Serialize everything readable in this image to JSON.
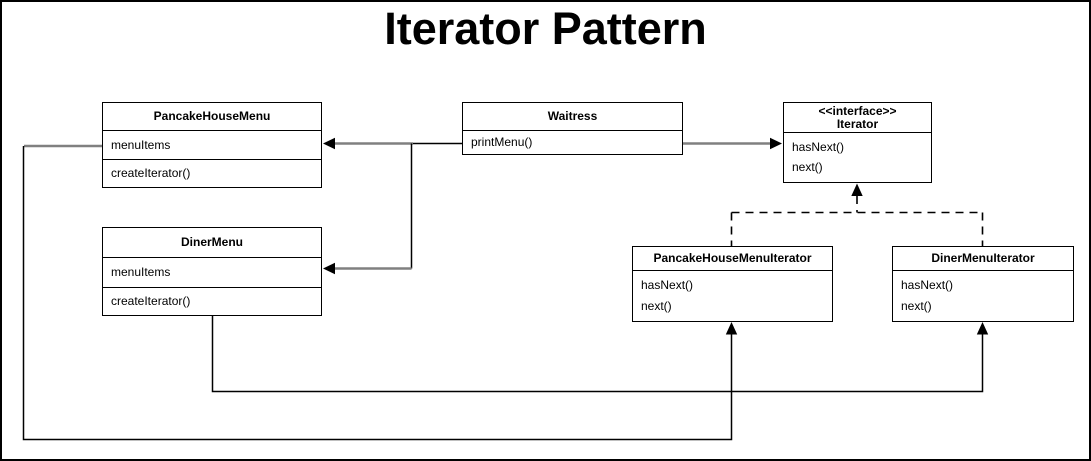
{
  "title": "Iterator Pattern",
  "colors": {
    "ink": "#000000",
    "gray": "#808080",
    "bg": "#ffffff"
  },
  "classes": {
    "pancakeHouseMenu": {
      "name": "PancakeHouseMenu",
      "attributes": [
        "menuItems"
      ],
      "methods": [
        "createIterator()"
      ]
    },
    "waitress": {
      "name": "Waitress",
      "methods": [
        "printMenu()"
      ]
    },
    "iterator": {
      "stereotype": "<<interface>>",
      "name": "Iterator",
      "methods": [
        "hasNext()",
        "next()"
      ]
    },
    "dinerMenu": {
      "name": "DinerMenu",
      "attributes": [
        "menuItems"
      ],
      "methods": [
        "createIterator()"
      ]
    },
    "pancakeHouseMenuIterator": {
      "name": "PancakeHouseMenuIterator",
      "methods": [
        "hasNext()",
        "next()"
      ]
    },
    "dinerMenuIterator": {
      "name": "DinerMenuIterator",
      "methods": [
        "hasNext()",
        "next()"
      ]
    }
  }
}
